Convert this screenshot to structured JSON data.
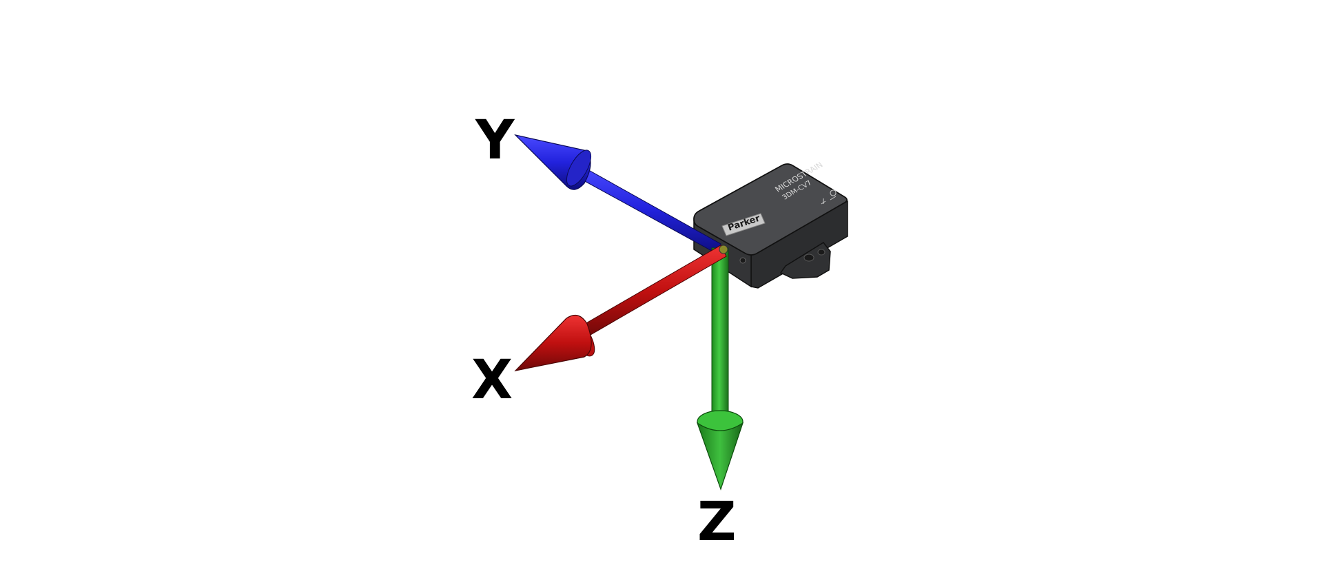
{
  "diagram": {
    "axes": [
      {
        "id": "x",
        "label": "X",
        "color": "#cc1111",
        "shade": "#7a0a0a"
      },
      {
        "id": "y",
        "label": "Y",
        "color": "#2222dd",
        "shade": "#10108a"
      },
      {
        "id": "z",
        "label": "Z",
        "color": "#33bb33",
        "shade": "#1e7a1e"
      }
    ],
    "device": {
      "brand": "Parker",
      "model_line1": "MICROSTRAIN",
      "model_line2": "3DM-CV7",
      "body_color": "#3a3b3d",
      "top_color": "#4a4b4e",
      "side_color": "#2b2c2e"
    }
  }
}
